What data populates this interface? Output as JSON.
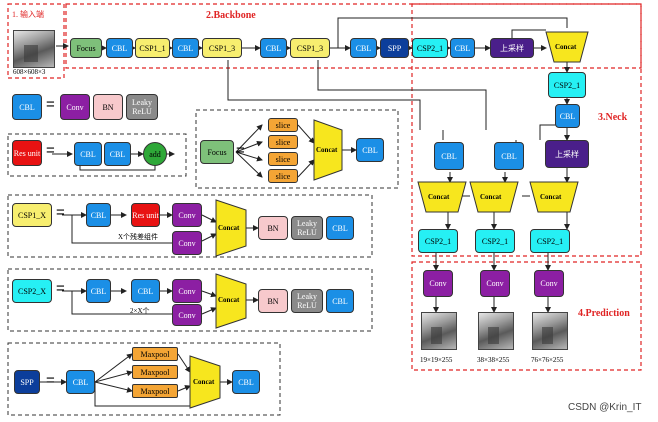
{
  "input": {
    "title": "1. 输入端",
    "size_label": "608×608×3"
  },
  "sections": {
    "backbone": "2.Backbone",
    "neck": "3.Neck",
    "prediction": "4.Prediction"
  },
  "blocks": {
    "cbl": "CBL",
    "focus": "Focus",
    "csp1_1": "CSP1_1",
    "csp1_3": "CSP1_3",
    "spp": "SPP",
    "csp2_1": "CSP2_1",
    "upsample": "上采样",
    "concat": "Concat",
    "conv": "Conv",
    "bn": "BN",
    "leaky_relu": "Leaky ReLU",
    "res_unit": "Res unit",
    "add": "add",
    "slice": "slice",
    "maxpool": "Maxpool",
    "csp1_x": "CSP1_X",
    "csp2_x": "CSP2_X"
  },
  "notes": {
    "res_units": "X个残差组件",
    "conv_x2": "2×X个"
  },
  "outputs": [
    "19×19×255",
    "38×38×255",
    "76×76×255"
  ],
  "watermark": "CSDN @Krin_IT",
  "colors": {
    "cbl": "#1b8fe6",
    "focus": "#7ec07a",
    "csp1": "#f7ee6f",
    "csp2": "#26f0f4",
    "spp": "#0c3e9b",
    "upsample": "#4a1f8a",
    "concat": "#f7e61e",
    "conv": "#8c1fa3",
    "bn": "#f7c9cc",
    "leaky_relu": "#8a8a8a",
    "res_unit": "#e81212",
    "add": "#2ea838",
    "slice": "#f4a535",
    "section_border": "#e02424"
  }
}
